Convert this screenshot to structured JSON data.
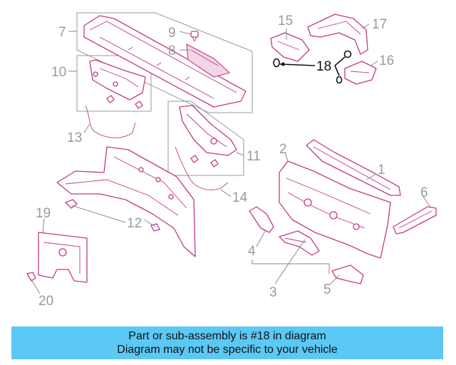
{
  "diagram": {
    "callouts": [
      "1",
      "2",
      "3",
      "4",
      "5",
      "6",
      "7",
      "8",
      "9",
      "10",
      "11",
      "12",
      "13",
      "14",
      "15",
      "16",
      "17",
      "18",
      "19",
      "20"
    ],
    "highlighted": "18",
    "line_color": "#c23a86",
    "fill_color": "#f3d6e6",
    "callout_color": "#9a9a9a",
    "highlight_color": "#111111"
  },
  "banner": {
    "line1": "Part or sub-assembly is #18 in diagram",
    "line2": "Diagram may not be specific to your vehicle",
    "background": "#5cc8f5"
  }
}
